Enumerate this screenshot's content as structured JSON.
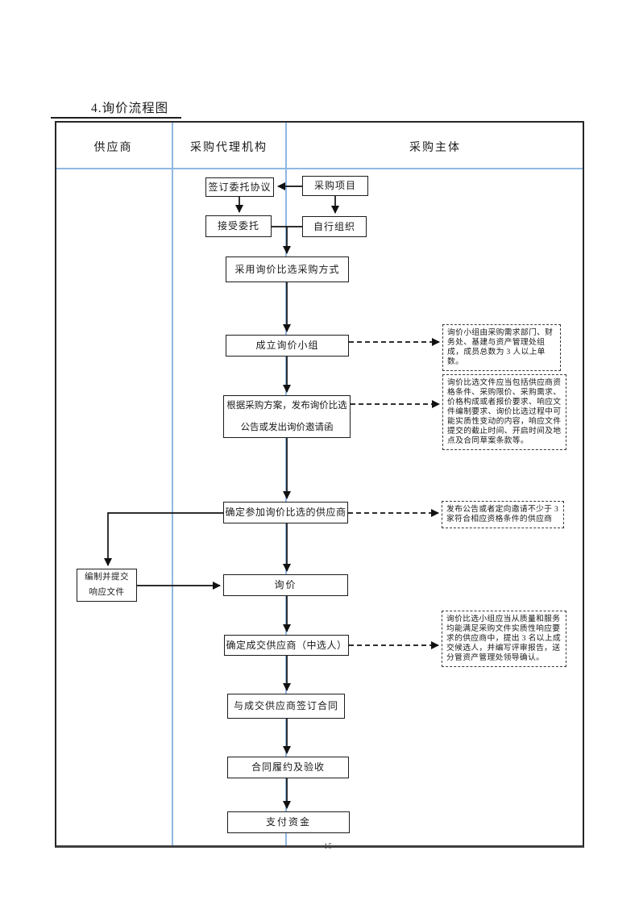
{
  "page": {
    "title": "4.询价流程图",
    "page_number": "15"
  },
  "header": {
    "columns": {
      "supplier": "供应商",
      "agency": "采购代理机构",
      "purchaser": "采购主体"
    }
  },
  "nodes": {
    "sign_agreement": "签订委托协议",
    "procurement_project": "采购项目",
    "accept_entrustment": "接受委托",
    "self_organize": "自行组织",
    "adopt_method": "采用询价比选采购方式",
    "form_inquiry_group": "成立询价小组",
    "publish_announcement": "根据采购方案，发布询价比选公告或发出询价邀请函",
    "determine_participants": "确定参加询价比选的供应商",
    "prepare_response": "编制并提交响应文件",
    "inquiry": "询价",
    "determine_winner": "确定成交供应商（中选人）",
    "sign_contract": "与成交供应商签订合同",
    "contract_acceptance": "合同履约及验收",
    "payment": "支付资金"
  },
  "notes": {
    "group_note": "询价小组由采购需求部门、财务处、基建与资产管理处组成，成员总数为 3 人以上单数。",
    "document_note": "询价比选文件应当包括供应商资格条件、采购限价、采购需求、价格构成或者报价要求、响应文件编制要求、询价比选过程中可能实质性变动的内容，响应文件提交的截止时间、开启时间及地点及合同草案条款等。",
    "invite_note": "发布公告或者定向邀请不少于 3 家符合相应资格条件的供应商",
    "winner_note": "询价比选小组应当从质量和服务均能满足采购文件实质性响应要求的供应商中，提出 3 名以上成交候选人，并编写评审报告，送分管资产管理处领导确认。"
  },
  "colors": {
    "divider_blue": "#8fb8e2",
    "line_black": "#1c1c1c",
    "border_dark": "#262626"
  }
}
